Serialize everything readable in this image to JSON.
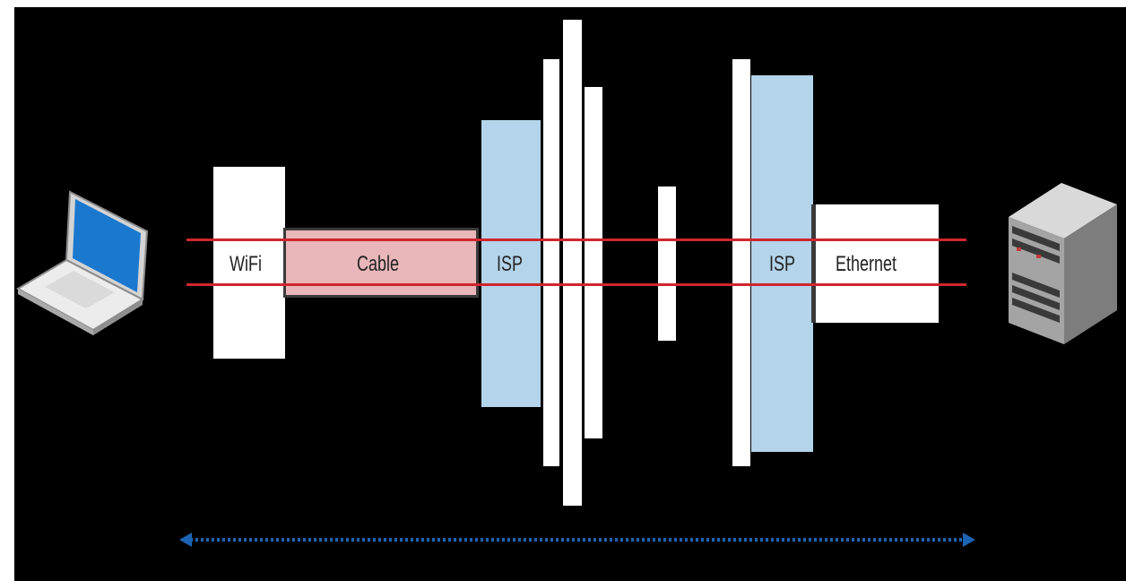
{
  "diagram": {
    "labels": {
      "wifi": "WiFi",
      "cable": "Cable",
      "isp_left": "ISP",
      "isp_right": "ISP",
      "ethernet": "Ethernet"
    },
    "colors": {
      "background": "#000000",
      "box": "#ffffff",
      "isp": "#b3d4ea",
      "cable": "#e9b6b9",
      "connection_line": "#d0262e",
      "arrow": "#1e64b4"
    },
    "icons": {
      "client": "laptop-icon",
      "server": "server-icon"
    }
  }
}
